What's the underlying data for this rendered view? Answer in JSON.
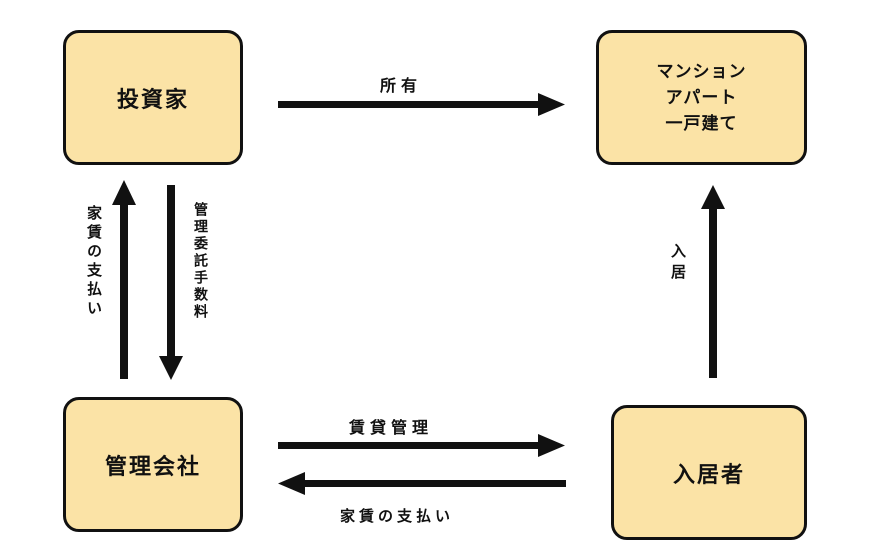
{
  "colors": {
    "node_fill": "#fbe3a6",
    "stroke": "#111111"
  },
  "nodes": {
    "investor": {
      "label": "投資家"
    },
    "property": {
      "lines": [
        "マンション",
        "アパート",
        "一戸建て"
      ]
    },
    "management": {
      "label": "管理会社"
    },
    "tenant": {
      "label": "入居者"
    }
  },
  "edges": {
    "ownership": "所有",
    "rent_to_investor": "家賃の支払い",
    "management_fee": "管理委託手数料",
    "move_in": "入居",
    "rental_management": "賃貸管理",
    "rent_to_management": "家賃の支払い"
  }
}
